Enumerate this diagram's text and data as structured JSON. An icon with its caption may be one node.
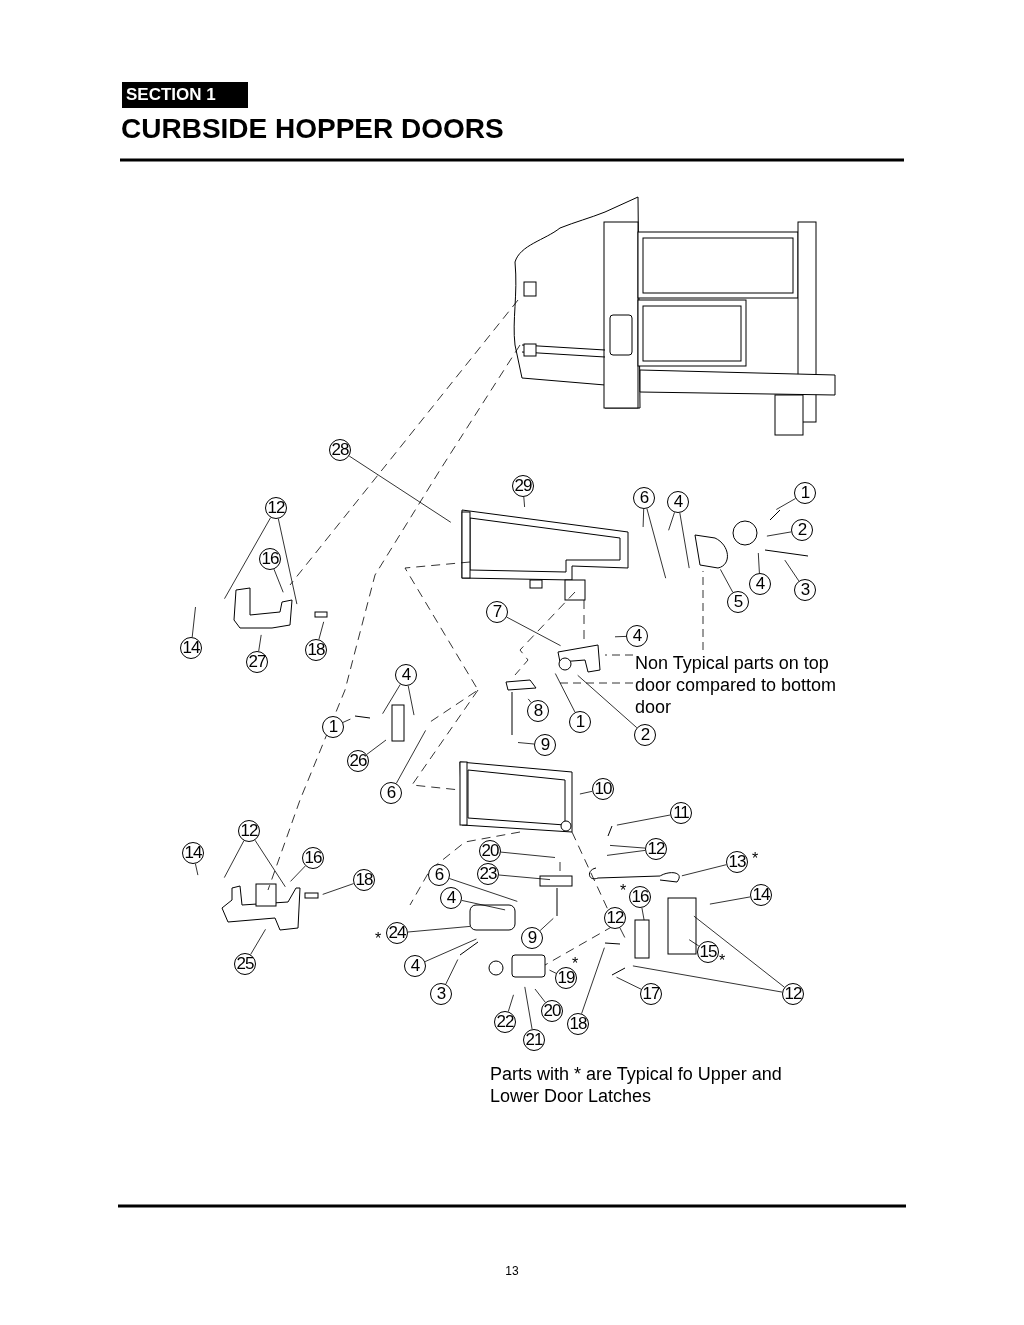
{
  "diagram": {
    "title": "CURBSIDE HOPPER DOORS",
    "nodes": [
      {
        "text": [
          "28"
        ]
      },
      {
        "text": [
          "29"
        ]
      },
      {
        "text": [
          "6"
        ]
      },
      {
        "text": [
          "4"
        ]
      },
      {
        "text": [
          "1"
        ]
      },
      {
        "text": [
          "2"
        ]
      },
      {
        "text": [
          "4"
        ]
      },
      {
        "text": [
          "3"
        ]
      },
      {
        "text": [
          "5"
        ]
      },
      {
        "text": [
          "7"
        ]
      },
      {
        "text": [
          "4"
        ]
      },
      {
        "text": [
          "Non Typical parts on top door compared to bottom door"
        ]
      },
      {
        "text": [
          "8"
        ]
      },
      {
        "text": [
          "1"
        ]
      },
      {
        "text": [
          "2"
        ]
      },
      {
        "text": [
          "9"
        ]
      },
      {
        "text": [
          "12"
        ]
      },
      {
        "text": [
          "16"
        ]
      },
      {
        "text": [
          "14"
        ]
      },
      {
        "text": [
          "27"
        ]
      },
      {
        "text": [
          "18"
        ]
      },
      {
        "text": [
          "4"
        ]
      },
      {
        "text": [
          "1"
        ]
      },
      {
        "text": [
          "26"
        ]
      },
      {
        "text": [
          "6"
        ]
      },
      {
        "text": [
          "10"
        ]
      },
      {
        "text": [
          "11"
        ]
      },
      {
        "text": [
          "12"
        ]
      },
      {
        "text": [
          "14"
        ]
      },
      {
        "text": [
          "16"
        ]
      },
      {
        "text": [
          "18"
        ]
      },
      {
        "text": [
          "25"
        ]
      },
      {
        "text": [
          "12"
        ]
      },
      {
        "text": [
          "13"
        ],
        "beside": [
          "*"
        ]
      },
      {
        "text": [
          "20"
        ]
      },
      {
        "text": [
          "23"
        ]
      },
      {
        "text": [
          "6"
        ]
      },
      {
        "text": [
          "4"
        ]
      },
      {
        "text": [
          "9"
        ]
      },
      {
        "text": [
          "24"
        ],
        "beside": [
          "*"
        ]
      },
      {
        "text": [
          "4"
        ]
      },
      {
        "text": [
          "3"
        ]
      },
      {
        "text": [
          "16"
        ],
        "beside": [
          "*"
        ]
      },
      {
        "text": [
          "14"
        ]
      },
      {
        "text": [
          "12"
        ]
      },
      {
        "text": [
          "15"
        ],
        "beside": [
          "*"
        ]
      },
      {
        "text": [
          "19"
        ],
        "beside": [
          "*"
        ]
      },
      {
        "text": [
          "12"
        ]
      },
      {
        "text": [
          "17"
        ]
      },
      {
        "text": [
          "20"
        ]
      },
      {
        "text": [
          "18"
        ]
      },
      {
        "text": [
          "22"
        ]
      },
      {
        "text": [
          "21"
        ]
      }
    ],
    "edges": [
      {
        "from": 0,
        "to": null,
        "arrow": "none"
      },
      {
        "from": 1,
        "to": null,
        "arrow": "none"
      },
      {
        "from": 2,
        "to": null,
        "arrow": "none"
      },
      {
        "from": 2,
        "to": null,
        "arrow": "none"
      },
      {
        "from": 3,
        "to": null,
        "arrow": "none"
      },
      {
        "from": 3,
        "to": null,
        "arrow": "none"
      },
      {
        "from": 4,
        "to": null,
        "arrow": "none"
      },
      {
        "from": 5,
        "to": null,
        "arrow": "none"
      },
      {
        "from": 6,
        "to": null,
        "arrow": "none"
      },
      {
        "from": 7,
        "to": null,
        "arrow": "none"
      },
      {
        "from": 8,
        "to": null,
        "arrow": "none"
      },
      {
        "from": 9,
        "to": null,
        "arrow": "none"
      },
      {
        "from": 10,
        "to": null,
        "arrow": "none"
      },
      {
        "from": 11,
        "to": null,
        "arrow": "none",
        "style": "dashed"
      },
      {
        "from": 11,
        "to": null,
        "arrow": "none",
        "style": "dashed"
      },
      {
        "from": 11,
        "to": null,
        "arrow": "none",
        "style": "dashed"
      },
      {
        "from": 12,
        "to": null,
        "arrow": "none"
      },
      {
        "from": 13,
        "to": null,
        "arrow": "none"
      },
      {
        "from": 14,
        "to": null,
        "arrow": "none"
      },
      {
        "from": 15,
        "to": null,
        "arrow": "none"
      },
      {
        "from": 16,
        "to": null,
        "arrow": "none"
      },
      {
        "from": 16,
        "to": null,
        "arrow": "none"
      },
      {
        "from": 17,
        "to": null,
        "arrow": "none"
      },
      {
        "from": 18,
        "to": null,
        "arrow": "none"
      },
      {
        "from": 19,
        "to": null,
        "arrow": "none"
      },
      {
        "from": 20,
        "to": null,
        "arrow": "none"
      },
      {
        "from": 21,
        "to": null,
        "arrow": "none"
      },
      {
        "from": 21,
        "to": null,
        "arrow": "none"
      },
      {
        "from": 22,
        "to": null,
        "arrow": "none"
      },
      {
        "from": 23,
        "to": null,
        "arrow": "none"
      },
      {
        "from": 24,
        "to": null,
        "arrow": "none"
      },
      {
        "from": 25,
        "to": null,
        "arrow": "none"
      },
      {
        "from": 26,
        "to": null,
        "arrow": "none"
      },
      {
        "from": 27,
        "to": null,
        "arrow": "none"
      },
      {
        "from": 27,
        "to": null,
        "arrow": "none"
      },
      {
        "from": 28,
        "to": null,
        "arrow": "none"
      },
      {
        "from": 29,
        "to": null,
        "arrow": "none"
      },
      {
        "from": 30,
        "to": null,
        "arrow": "none"
      },
      {
        "from": 31,
        "to": null,
        "arrow": "none"
      },
      {
        "from": 32,
        "to": null,
        "arrow": "none"
      },
      {
        "from": 32,
        "to": null,
        "arrow": "none"
      },
      {
        "from": 33,
        "to": null,
        "arrow": "none"
      },
      {
        "from": 34,
        "to": null,
        "arrow": "none"
      },
      {
        "from": 35,
        "to": null,
        "arrow": "none"
      },
      {
        "from": 36,
        "to": null,
        "arrow": "none"
      },
      {
        "from": 37,
        "to": null,
        "arrow": "none"
      },
      {
        "from": 38,
        "to": null,
        "arrow": "none"
      },
      {
        "from": 39,
        "to": null,
        "arrow": "none"
      },
      {
        "from": 40,
        "to": null,
        "arrow": "none"
      },
      {
        "from": 41,
        "to": null,
        "arrow": "none"
      },
      {
        "from": 42,
        "to": null,
        "arrow": "none"
      },
      {
        "from": 43,
        "to": null,
        "arrow": "none"
      },
      {
        "from": 44,
        "to": null,
        "arrow": "none"
      },
      {
        "from": 45,
        "to": null,
        "arrow": "none"
      },
      {
        "from": 46,
        "to": null,
        "arrow": "none"
      },
      {
        "from": 47,
        "to": null,
        "arrow": "none"
      },
      {
        "from": 47,
        "to": null,
        "arrow": "none"
      },
      {
        "from": 48,
        "to": null,
        "arrow": "none"
      },
      {
        "from": 49,
        "to": null,
        "arrow": "none"
      },
      {
        "from": 50,
        "to": null,
        "arrow": "none"
      },
      {
        "from": 51,
        "to": null,
        "arrow": "none"
      },
      {
        "from": 52,
        "to": null,
        "arrow": "none"
      }
    ],
    "labels": [
      "SECTION 1",
      "Parts with * are Typical fo Upper and Lower Door Latches",
      "13"
    ]
  }
}
